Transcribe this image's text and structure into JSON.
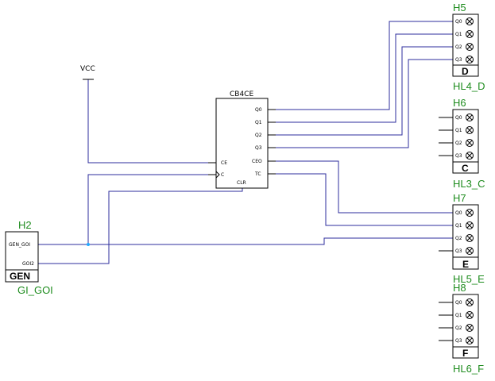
{
  "net_labels": {
    "vcc": "VCC"
  },
  "counter": {
    "name": "CB4CE",
    "inputs": [
      "CE",
      "C",
      "CLR"
    ],
    "outputs": [
      "Q0",
      "Q1",
      "Q2",
      "Q3",
      "CEO",
      "TC"
    ]
  },
  "generator": {
    "ref": "H2",
    "pins": [
      "GEN_GOI",
      "GOI2"
    ],
    "type_label": "GEN",
    "instance": "GI_GOI"
  },
  "indicators": [
    {
      "ref": "H5",
      "letter": "D",
      "instance": "HL4_D",
      "pins": [
        "Q0",
        "Q1",
        "Q2",
        "Q3"
      ]
    },
    {
      "ref": "H6",
      "letter": "C",
      "instance": "HL3_C",
      "pins": [
        "Q0",
        "Q1",
        "Q2",
        "Q3"
      ]
    },
    {
      "ref": "H7",
      "letter": "E",
      "instance": "HL5_E",
      "pins": [
        "Q0",
        "Q1",
        "Q2",
        "Q3"
      ]
    },
    {
      "ref": "H8",
      "letter": "F",
      "instance": "HL6_F",
      "pins": [
        "Q0",
        "Q1",
        "Q2",
        "Q3"
      ]
    }
  ],
  "colors": {
    "wire": "#2d2d9c",
    "label": "#1e8c1e",
    "junction": "#22aaff"
  }
}
